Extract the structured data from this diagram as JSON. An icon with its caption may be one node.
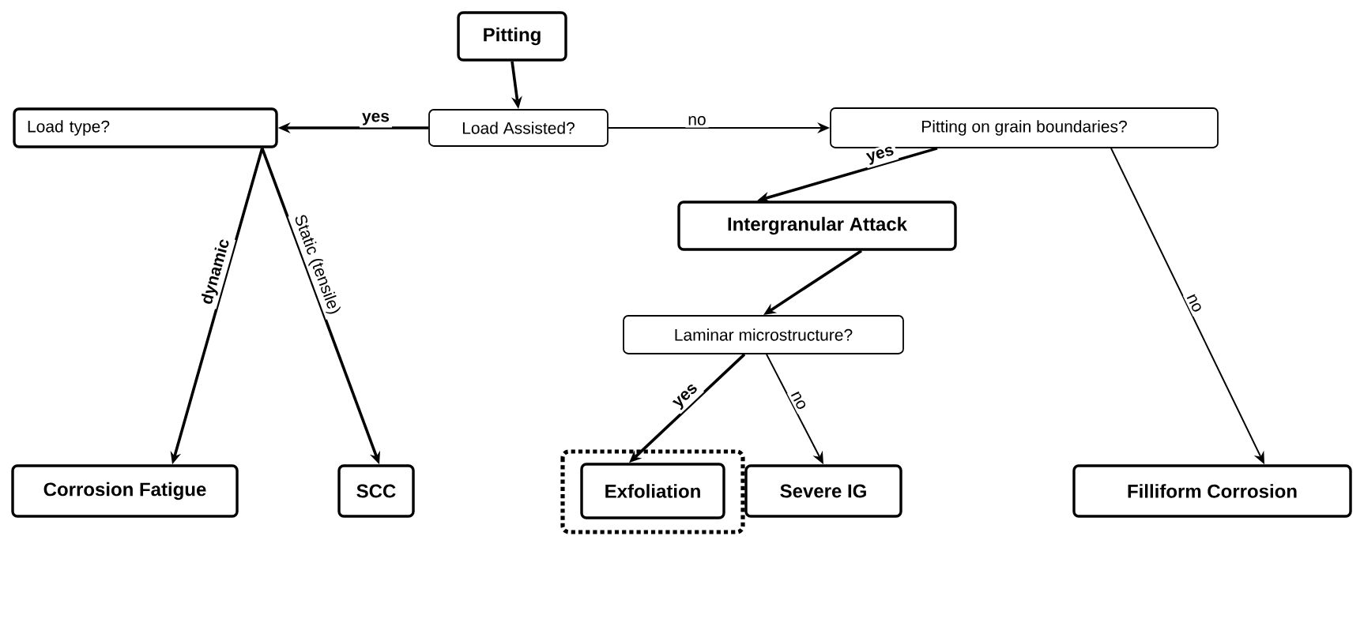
{
  "diagram": {
    "nodes": [
      {
        "text": [
          "Pitting"
        ]
      },
      {
        "text": [
          "Load Assisted?"
        ]
      },
      {
        "text": [
          "Load type?"
        ]
      },
      {
        "text": [
          "Pitting on grain boundaries?"
        ]
      },
      {
        "text": [
          "Intergranular Attack"
        ]
      },
      {
        "text": [
          "Laminar microstructure?"
        ]
      },
      {
        "text": [
          "Corrosion Fatigue"
        ]
      },
      {
        "text": [
          "SCC"
        ]
      },
      {
        "text": [
          "Exfoliation"
        ]
      },
      {
        "text": [
          "Severe IG"
        ]
      },
      {
        "text": [
          "Filliform Corrosion"
        ]
      }
    ],
    "edges": [
      {
        "from": 0,
        "to": 1,
        "arrow": "to"
      },
      {
        "from": 1,
        "to": 2,
        "arrow": "to",
        "label": "yes"
      },
      {
        "from": 1,
        "to": 3,
        "arrow": "to",
        "label": "no"
      },
      {
        "from": 2,
        "to": 6,
        "arrow": "to",
        "label": "dynamic"
      },
      {
        "from": 2,
        "to": 7,
        "arrow": "to",
        "label": "Static (tensile)"
      },
      {
        "from": 3,
        "to": 4,
        "arrow": "to",
        "label": "yes"
      },
      {
        "from": 3,
        "to": 10,
        "arrow": "to",
        "label": "no"
      },
      {
        "from": 4,
        "to": 5,
        "arrow": "to"
      },
      {
        "from": 5,
        "to": 8,
        "arrow": "to",
        "label": "yes"
      },
      {
        "from": 5,
        "to": 9,
        "arrow": "to",
        "label": "no"
      }
    ]
  }
}
